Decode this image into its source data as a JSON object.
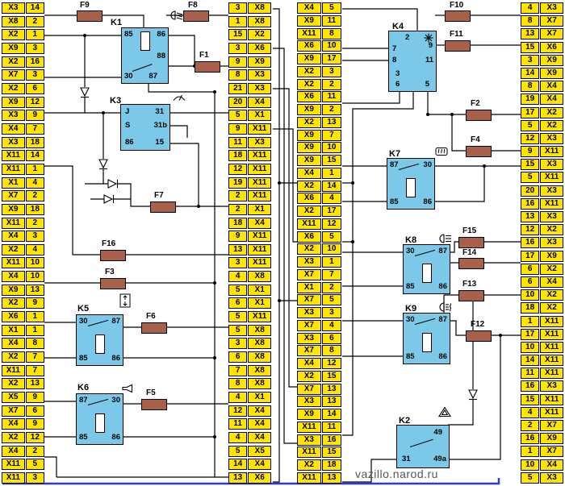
{
  "watermark": "vazillo.narod.ru",
  "colors": {
    "bg": "#ffffff",
    "strip_bg": "#FFE400",
    "relay_bg": "#7CC8E8",
    "fuse_bg": "#A8604A",
    "wire": "#000000",
    "bus_blue": "#2B3BD6"
  },
  "strips": {
    "left": {
      "rows": [
        [
          "X3",
          "14"
        ],
        [
          "X8",
          "2"
        ],
        [
          "X2",
          "1"
        ],
        [
          "X9",
          "3"
        ],
        [
          "X2",
          "16"
        ],
        [
          "X7",
          "3"
        ],
        [
          "X2",
          "6"
        ],
        [
          "X9",
          "12"
        ],
        [
          "X3",
          "9"
        ],
        [
          "X4",
          "7"
        ],
        [
          "X3",
          "18"
        ],
        [
          "X11",
          "14"
        ],
        [
          "X11",
          "1"
        ],
        [
          "X1",
          "4"
        ],
        [
          "X7",
          "2"
        ],
        [
          "X9",
          "18"
        ],
        [
          "X11",
          "2"
        ],
        [
          "X4",
          "3"
        ],
        [
          "X2",
          "4"
        ],
        [
          "X11",
          "10"
        ],
        [
          "X4",
          "10"
        ],
        [
          "X9",
          "13"
        ],
        [
          "X2",
          "9"
        ],
        [
          "X6",
          "1"
        ],
        [
          "X1",
          "1"
        ],
        [
          "X4",
          "8"
        ],
        [
          "X2",
          "7"
        ],
        [
          "X11",
          "7"
        ],
        [
          "X2",
          "13"
        ],
        [
          "X5",
          "9"
        ],
        [
          "X7",
          "6"
        ],
        [
          "X4",
          "9"
        ],
        [
          "X2",
          "12"
        ],
        [
          "X4",
          "2"
        ],
        [
          "X11",
          "5"
        ],
        [
          "X11",
          "3"
        ]
      ]
    },
    "mid_left": {
      "rows": [
        [
          "3",
          "X8"
        ],
        [
          "1",
          "X8"
        ],
        [
          "15",
          "X2"
        ],
        [
          "3",
          "X6"
        ],
        [
          "9",
          "X9"
        ],
        [
          "8",
          "X3"
        ],
        [
          "21",
          "X3"
        ],
        [
          "20",
          "X4"
        ],
        [
          "5",
          "X1"
        ],
        [
          "9",
          "X11"
        ],
        [
          "11",
          "X3"
        ],
        [
          "18",
          "X11"
        ],
        [
          "12",
          "X11"
        ],
        [
          "19",
          "X11"
        ],
        [
          "2",
          "X11"
        ],
        [
          "2",
          "X1"
        ],
        [
          "18",
          "X4"
        ],
        [
          "9",
          "X11"
        ],
        [
          "13",
          "X11"
        ],
        [
          "3",
          "X11"
        ],
        [
          "4",
          "X8"
        ],
        [
          "5",
          "X1"
        ],
        [
          "6",
          "X1"
        ],
        [
          "5",
          "X11"
        ],
        [
          "5",
          "X8"
        ],
        [
          "3",
          "X8"
        ],
        [
          "6",
          "X8"
        ],
        [
          "7",
          "X8"
        ],
        [
          "8",
          "X8"
        ],
        [
          "4",
          "X1"
        ],
        [
          "12",
          "X4"
        ],
        [
          "11",
          "X4"
        ],
        [
          "4",
          "X4"
        ],
        [
          "5",
          "X5"
        ],
        [
          "14",
          "X4"
        ],
        [
          "13",
          "X6"
        ]
      ]
    },
    "mid_right": {
      "rows": [
        [
          "X4",
          "5"
        ],
        [
          "X9",
          "11"
        ],
        [
          "X11",
          "8"
        ],
        [
          "X6",
          "10"
        ],
        [
          "X9",
          "17"
        ],
        [
          "X2",
          "3"
        ],
        [
          "X2",
          "2"
        ],
        [
          "X6",
          "11"
        ],
        [
          "X9",
          "2"
        ],
        [
          "X2",
          "13"
        ],
        [
          "X9",
          "7"
        ],
        [
          "X9",
          "10"
        ],
        [
          "X9",
          "15"
        ],
        [
          "X4",
          "1"
        ],
        [
          "X2",
          "14"
        ],
        [
          "X6",
          "4"
        ],
        [
          "X2",
          "17"
        ],
        [
          "X11",
          "12"
        ],
        [
          "X6",
          "5"
        ],
        [
          "X2",
          "10"
        ],
        [
          "X3",
          "1"
        ],
        [
          "X7",
          "7"
        ],
        [
          "X1",
          "2"
        ],
        [
          "X7",
          "5"
        ],
        [
          "X3",
          "3"
        ],
        [
          "X7",
          "4"
        ],
        [
          "X3",
          "6"
        ],
        [
          "X7",
          "8"
        ],
        [
          "X4",
          "12"
        ],
        [
          "X2",
          "15"
        ],
        [
          "X7",
          "13"
        ],
        [
          "X3",
          "13"
        ],
        [
          "X9",
          "14"
        ],
        [
          "X11",
          "11"
        ],
        [
          "X3",
          "16"
        ],
        [
          "X11",
          "15"
        ],
        [
          "X2",
          "18"
        ],
        [
          "X11",
          "13"
        ]
      ]
    },
    "right": {
      "rows": [
        [
          "4",
          "X3"
        ],
        [
          "8",
          "X7"
        ],
        [
          "13",
          "X7"
        ],
        [
          "15",
          "X6"
        ],
        [
          "3",
          "X9"
        ],
        [
          "14",
          "X9"
        ],
        [
          "8",
          "X4"
        ],
        [
          "19",
          "X4"
        ],
        [
          "17",
          "X2"
        ],
        [
          "5",
          "X2"
        ],
        [
          "12",
          "X3"
        ],
        [
          "9",
          "X11"
        ],
        [
          "15",
          "X3"
        ],
        [
          "5",
          "X11"
        ],
        [
          "20",
          "X3"
        ],
        [
          "16",
          "X11"
        ],
        [
          "13",
          "X3"
        ],
        [
          "12",
          "X2"
        ],
        [
          "16",
          "X3"
        ],
        [
          "17",
          "X9"
        ],
        [
          "6",
          "X2"
        ],
        [
          "6",
          "X4"
        ],
        [
          "10",
          "X2"
        ],
        [
          "18",
          "X2"
        ],
        [
          "1",
          "X11"
        ],
        [
          "17",
          "X11"
        ],
        [
          "10",
          "X11"
        ],
        [
          "14",
          "X11"
        ],
        [
          "11",
          "X11"
        ],
        [
          "16",
          "X3"
        ],
        [
          "15",
          "X11"
        ],
        [
          "4",
          "X11"
        ],
        [
          "2",
          "X7"
        ],
        [
          "16",
          "X9"
        ],
        [
          "1",
          "X7"
        ],
        [
          "10",
          "X4"
        ],
        [
          "5",
          "X3"
        ]
      ]
    }
  },
  "relays": {
    "K1": {
      "label": "K1",
      "icon": "low-beam-headlight-icon",
      "pins": {
        "tl": "85",
        "tr": "86",
        "mr": "88",
        "bl": "30",
        "br": "87"
      }
    },
    "K2": {
      "label": "K2",
      "icon": "hazard-warning-icon",
      "pins": {
        "tr": "49",
        "bl": "31",
        "br": "49a"
      }
    },
    "K3": {
      "label": "K3",
      "icon": "wiper-icon",
      "rows": [
        [
          "J",
          "31"
        ],
        [
          "S",
          "31b"
        ],
        [
          "86",
          "15"
        ]
      ]
    },
    "K4": {
      "label": "K4",
      "icon": "fan-icon",
      "pins": {
        "t": "2",
        "l1": "7",
        "l2": "8",
        "r1": "9",
        "r2": "11",
        "b1": "3",
        "b2": "6",
        "b3": "5"
      }
    },
    "K5": {
      "label": "K5",
      "icon": "power-window-icon",
      "pins": {
        "tl": "30",
        "tr": "87",
        "bl": "85",
        "br": "86"
      }
    },
    "K6": {
      "label": "K6",
      "icon": "horn-icon",
      "pins": {
        "tl": "87",
        "tr": "30",
        "bl": "85",
        "br": "86"
      }
    },
    "K7": {
      "label": "K7",
      "icon": "rear-defrost-icon",
      "pins": {
        "tl": "87",
        "tr": "30",
        "bl": "85",
        "br": "86"
      }
    },
    "K8": {
      "label": "K8",
      "icon": "headlight-icon",
      "pins": {
        "tl": "30",
        "tr": "87",
        "bl": "85",
        "br": "86"
      }
    },
    "K9": {
      "label": "K9",
      "icon": "fog-light-icon",
      "pins": {
        "tl": "30",
        "tr": "87",
        "bl": "85",
        "br": "86"
      }
    }
  },
  "fuses": {
    "F1": "F1",
    "F2": "F2",
    "F3": "F3",
    "F4": "F4",
    "F5": "F5",
    "F6": "F6",
    "F7": "F7",
    "F8": "F8",
    "F9": "F9",
    "F10": "F10",
    "F11": "F11",
    "F12": "F12",
    "F13": "F13",
    "F14": "F14",
    "F15": "F15",
    "F16": "F16"
  }
}
